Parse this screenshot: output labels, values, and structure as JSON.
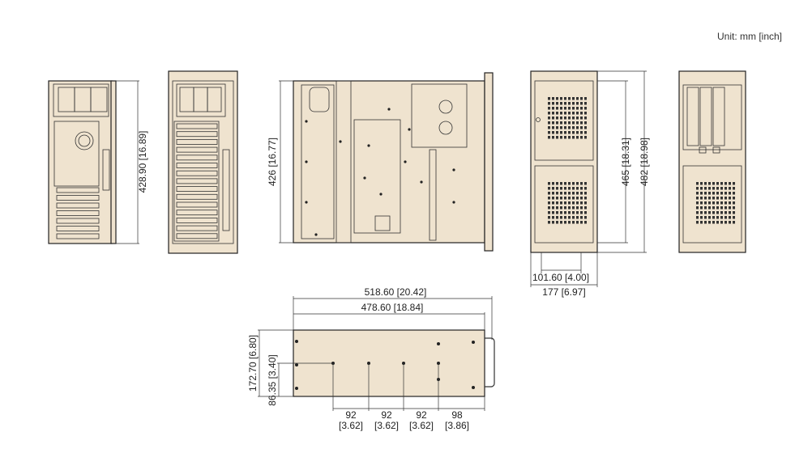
{
  "unit_label": "Unit: mm [inch]",
  "colors": {
    "chassis_fill": "#efe3cf",
    "line": "#222222"
  },
  "dimensions": {
    "rear_height": "428.90 [16.89]",
    "top_depth": "426 [16.77]",
    "front_height_465": "465 [18.31]",
    "front_height_482": "482 [18.98]",
    "front_width_inner": "101.60 [4.00]",
    "front_width": "177 [6.97]",
    "side_length_overall": "518.60 [20.42]",
    "side_length_body": "478.60 [18.84]",
    "side_height": "172.70 [6.80]",
    "side_half_height": "86.35 [3.40]",
    "hole_spacing": [
      {
        "mm": "92",
        "inch": "[3.62]"
      },
      {
        "mm": "92",
        "inch": "[3.62]"
      },
      {
        "mm": "92",
        "inch": "[3.62]"
      },
      {
        "mm": "98",
        "inch": "[3.86]"
      }
    ]
  }
}
